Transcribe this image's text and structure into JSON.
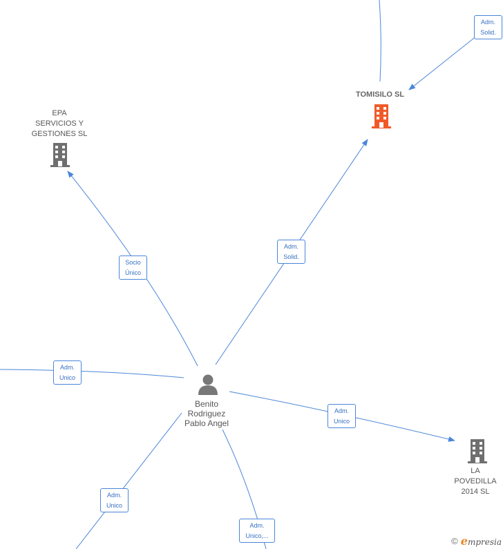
{
  "nodes": {
    "epa": {
      "lines": [
        "EPA",
        "SERVICIOS Y",
        "GESTIONES SL"
      ],
      "icon": "building-icon",
      "color": "#6f6f6f"
    },
    "tomisilo": {
      "lines": [
        "TOMISILO  SL"
      ],
      "icon": "building-icon",
      "color": "#f05a28"
    },
    "benito": {
      "lines": [
        "Benito",
        "Rodriguez",
        "Pablo Angel"
      ],
      "icon": "person-icon",
      "color": "#777777"
    },
    "povedilla": {
      "lines": [
        "LA",
        "POVEDILLA",
        "2014  SL"
      ],
      "icon": "building-icon",
      "color": "#6f6f6f"
    }
  },
  "edges": {
    "e1": {
      "lines": [
        "Adm.",
        "Solid."
      ]
    },
    "e2": {
      "lines": [
        "Socio",
        "Único"
      ]
    },
    "e3": {
      "lines": [
        "Adm.",
        "Solid."
      ]
    },
    "e4": {
      "lines": [
        "Adm.",
        "Unico"
      ]
    },
    "e5": {
      "lines": [
        "Adm.",
        "Unico"
      ]
    },
    "e6": {
      "lines": [
        "Adm.",
        "Unico"
      ]
    },
    "e7": {
      "lines": [
        "Adm.",
        "Unico,..."
      ]
    }
  },
  "colors": {
    "edge": "#4a86d8",
    "label_border": "#4a86d8",
    "label_text": "#3670c2",
    "accent": "#f05a28"
  },
  "watermark": {
    "copyright": "©",
    "brand_initial": "e",
    "brand_rest": "mpresia"
  }
}
